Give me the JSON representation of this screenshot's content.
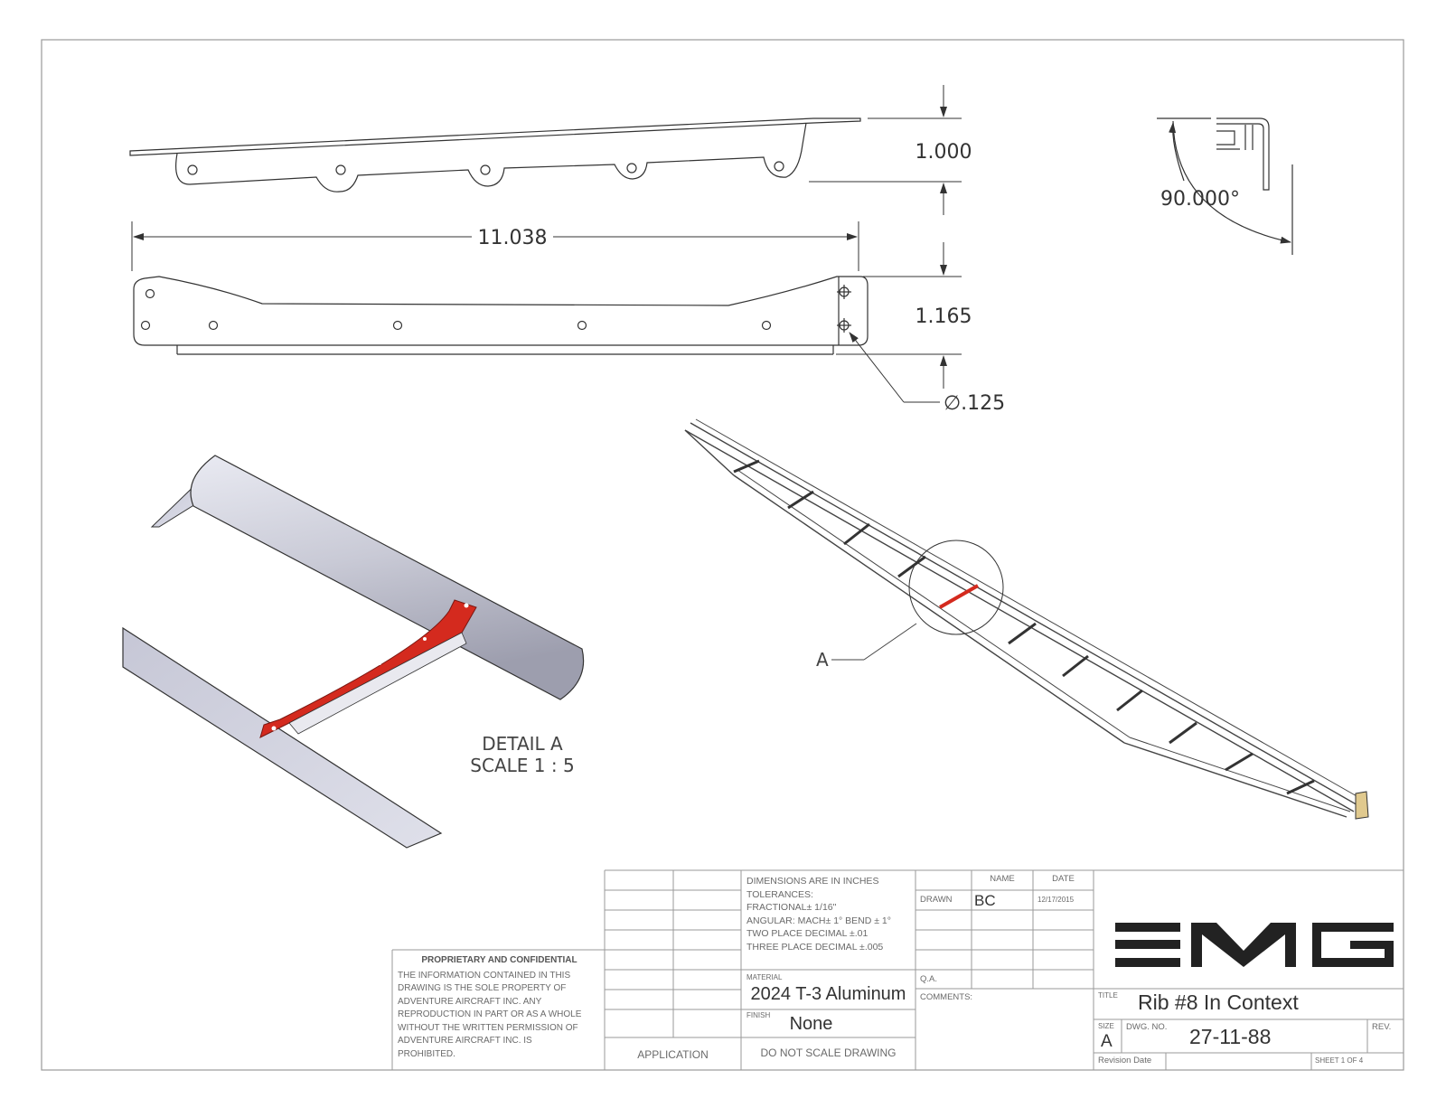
{
  "dimensions": {
    "height_top": "1.000",
    "length": "11.038",
    "height_side": "1.165",
    "hole_dia": "∅.125",
    "angle": "90.000°"
  },
  "detail": {
    "callout": "A",
    "title": "DETAIL A",
    "scale": "SCALE 1 : 5"
  },
  "proprietary": {
    "heading": "PROPRIETARY AND CONFIDENTIAL",
    "lines": [
      "THE INFORMATION CONTAINED IN THIS",
      "DRAWING IS THE SOLE PROPERTY OF",
      "ADVENTURE AIRCRAFT INC.  ANY",
      "REPRODUCTION IN PART OR AS A WHOLE",
      "WITHOUT THE WRITTEN PERMISSION OF",
      "ADVENTURE AIRCRAFT INC. IS",
      "PROHIBITED."
    ]
  },
  "application_label": "APPLICATION",
  "tolerances": [
    "DIMENSIONS ARE IN INCHES",
    "TOLERANCES:",
    "FRACTIONAL± 1/16\"",
    "ANGULAR: MACH± 1° BEND ± 1°",
    "TWO PLACE DECIMAL    ±.01",
    "THREE PLACE DECIMAL   ±.005"
  ],
  "material": {
    "label": "MATERIAL",
    "value": "2024 T-3 Aluminum"
  },
  "finish": {
    "label": "FINISH",
    "value": "None"
  },
  "do_not_scale": "DO NOT SCALE DRAWING",
  "signoff": {
    "name_header": "NAME",
    "date_header": "DATE",
    "drawn_label": "DRAWN",
    "drawn_name": "BC",
    "drawn_date": "12/17/2015",
    "qa_label": "Q.A.",
    "comments_label": "COMMENTS:"
  },
  "logo_text": "EMG",
  "title": {
    "label": "TITLE",
    "value": "Rib #8 In Context"
  },
  "size": {
    "label": "SIZE",
    "value": "A"
  },
  "dwg_no": {
    "label": "DWG. NO.",
    "value": "27-11-88"
  },
  "rev_label": "REV.",
  "revision_date_label": "Revision Date",
  "sheet": "SHEET 1 OF 4",
  "colors": {
    "highlight": "#d42a1e",
    "line": "#2b2b2b",
    "border": "#9a9a9a",
    "logo": "#222222"
  }
}
